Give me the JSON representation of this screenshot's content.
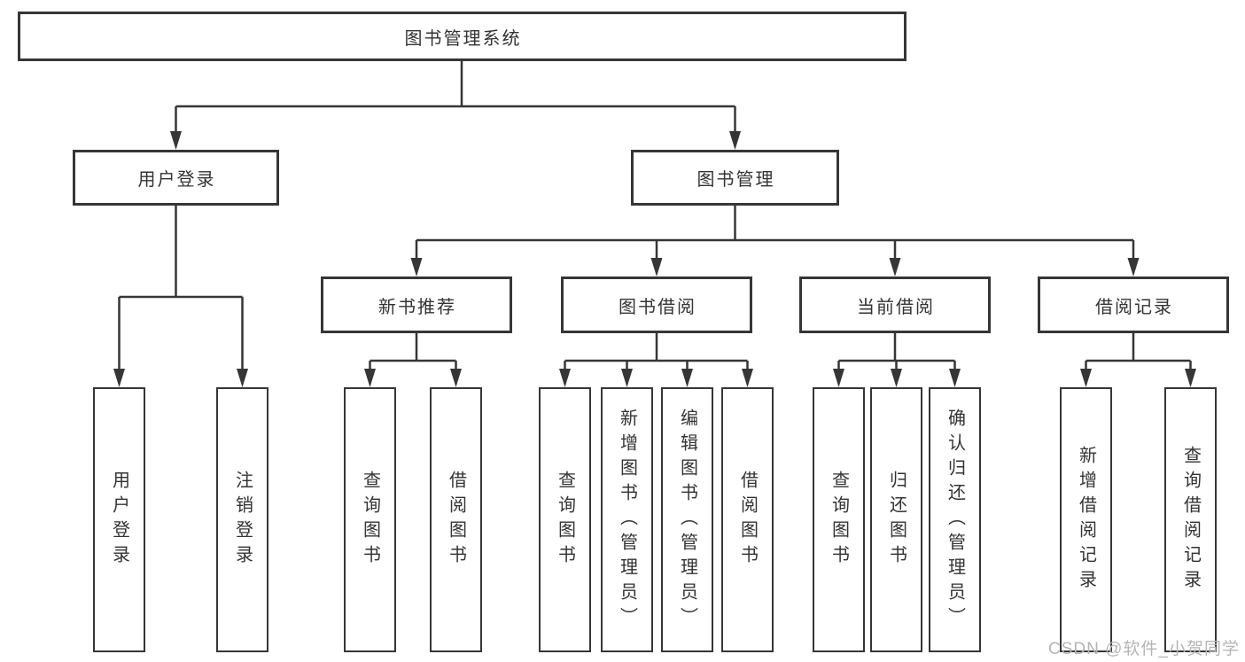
{
  "diagram": {
    "root": {
      "label": "图书管理系统"
    },
    "branches": [
      {
        "label": "用户登录",
        "leaves": [
          {
            "label": "用户登录"
          },
          {
            "label": "注销登录"
          }
        ]
      },
      {
        "label": "图书管理",
        "groups": [
          {
            "label": "新书推荐",
            "leaves": [
              {
                "label": "查询图书"
              },
              {
                "label": "借阅图书"
              }
            ]
          },
          {
            "label": "图书借阅",
            "leaves": [
              {
                "label": "查询图书"
              },
              {
                "label": "新增图书（管理员）"
              },
              {
                "label": "编辑图书（管理员）"
              },
              {
                "label": "借阅图书"
              }
            ]
          },
          {
            "label": "当前借阅",
            "leaves": [
              {
                "label": "查询图书"
              },
              {
                "label": "归还图书"
              },
              {
                "label": "确认归还（管理员）"
              }
            ]
          },
          {
            "label": "借阅记录",
            "leaves": [
              {
                "label": "新增借阅记录"
              },
              {
                "label": "查询借阅记录"
              }
            ]
          }
        ]
      }
    ]
  },
  "watermark": {
    "text": "CSDN @软件_小贺同学"
  },
  "colors": {
    "line": "#363636",
    "text": "#333333",
    "watermark": "#b5b5b5",
    "background": "#ffffff"
  }
}
